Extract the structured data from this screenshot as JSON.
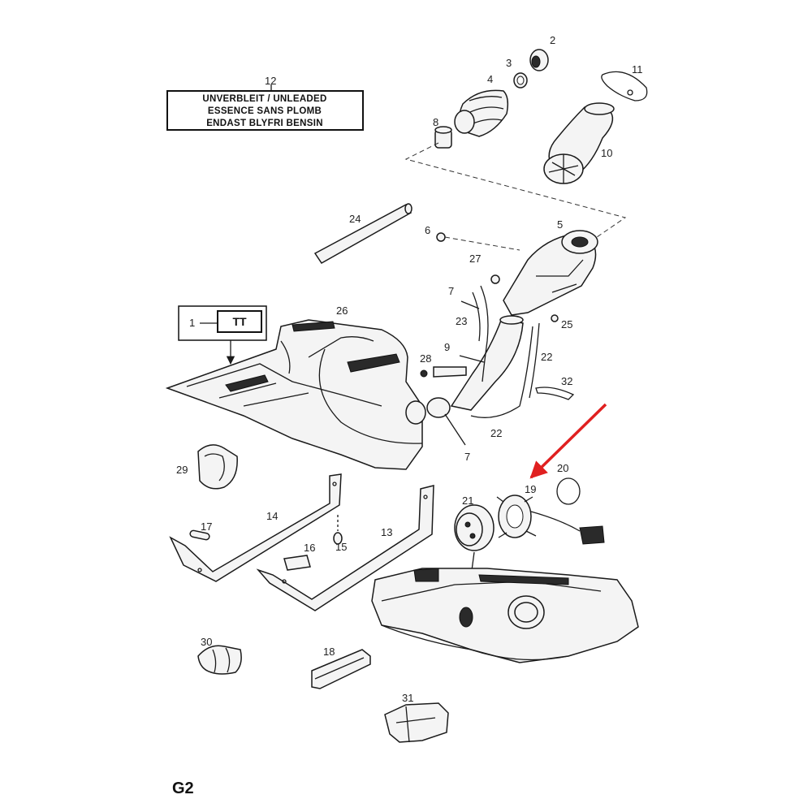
{
  "label_box": {
    "line1": "UNVERBLEIT / UNLEADED",
    "line2": "ESSENCE SANS PLOMB",
    "line3": "ENDAST BLYFRI BENSIN"
  },
  "tt_label": "TT",
  "page_code": "G2",
  "callouts": {
    "c1": "1",
    "c2": "2",
    "c3": "3",
    "c4": "4",
    "c5": "5",
    "c6": "6",
    "c7a": "7",
    "c7b": "7",
    "c8": "8",
    "c9": "9",
    "c10": "10",
    "c11": "11",
    "c12": "12",
    "c13": "13",
    "c14": "14",
    "c15": "15",
    "c16": "16",
    "c17": "17",
    "c18": "18",
    "c19": "19",
    "c20": "20",
    "c21": "21",
    "c22a": "22",
    "c22b": "22",
    "c23": "23",
    "c24": "24",
    "c25": "25",
    "c26": "26",
    "c27": "27",
    "c28": "28",
    "c29": "29",
    "c30": "30",
    "c31": "31",
    "c32": "32"
  },
  "colors": {
    "highlight_arrow": "#e02020",
    "line": "#1a1a1a"
  }
}
